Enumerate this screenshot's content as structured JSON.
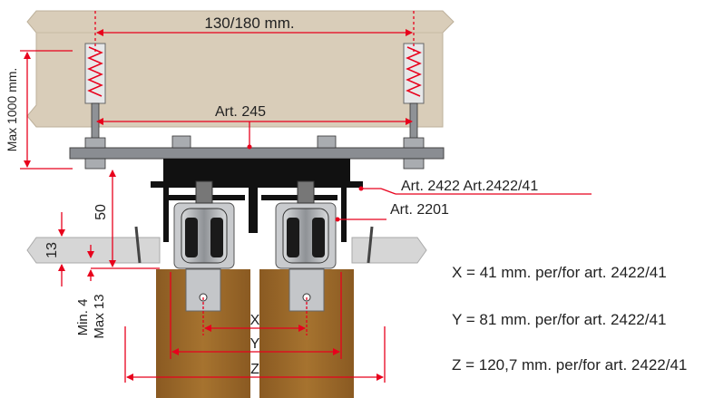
{
  "labels": {
    "spacing": "130/180 mm.",
    "max_height": "Max 1000 mm.",
    "art_245": "Art. 245",
    "art_2422": "Art. 2422 Art.2422/41",
    "art_2201": "Art. 2201",
    "dim_50": "50",
    "dim_13": "13",
    "min_4": "Min. 4",
    "max_13": "Max 13",
    "x": "X",
    "y": "Y",
    "z": "Z"
  },
  "notes": {
    "x": "X = 41 mm. per/for art. 2422/41",
    "y": "Y = 81 mm. per/for art. 2422/41",
    "z": "Z = 120,7 mm. per/for art. 2422/41"
  },
  "colors": {
    "dimension": "#e8001c",
    "ceiling": "#d9cdb9",
    "wood": "#9c6b2c",
    "plate": "#8a8d92",
    "rail": "#111111",
    "steel": "#b9bcc0"
  }
}
